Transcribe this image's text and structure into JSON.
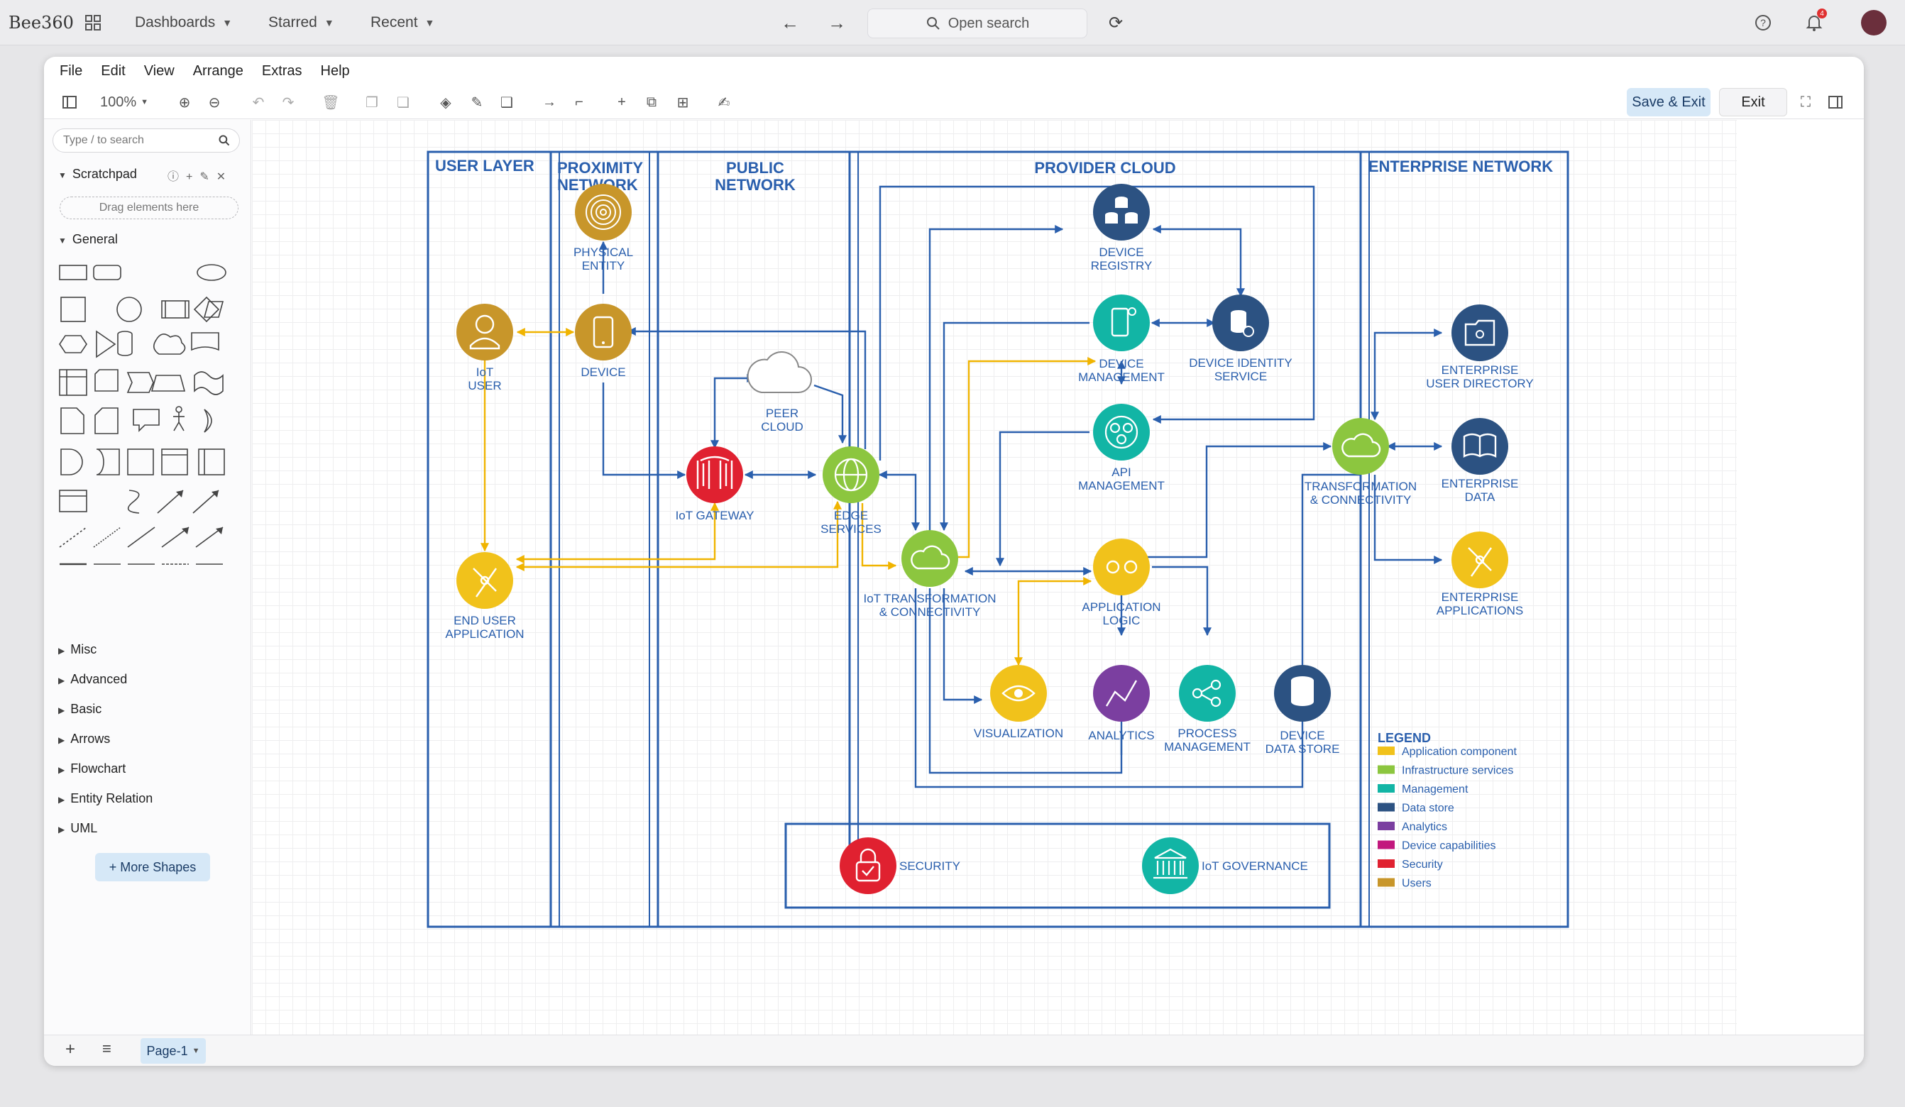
{
  "topbar": {
    "logo": "Bee360",
    "nav": [
      "Dashboards",
      "Starred",
      "Recent"
    ],
    "search_placeholder": "Open search",
    "notification_count": "4"
  },
  "menu": [
    "File",
    "Edit",
    "View",
    "Arrange",
    "Extras",
    "Help"
  ],
  "toolbar": {
    "zoom": "100%",
    "save_exit": "Save & Exit",
    "exit": "Exit"
  },
  "sidebar": {
    "search_placeholder": "Type / to search",
    "scratchpad": "Scratchpad",
    "dropzone": "Drag elements here",
    "general": "General",
    "sections": [
      "Misc",
      "Advanced",
      "Basic",
      "Arrows",
      "Flowchart",
      "Entity Relation",
      "UML"
    ],
    "more_shapes": "+ More Shapes"
  },
  "bottombar": {
    "page_tab": "Page-1"
  },
  "diagram": {
    "zones": {
      "user_layer": "USER LAYER",
      "proximity_1": "PROXIMITY",
      "proximity_2": "NETWORK",
      "public_1": "PUBLIC",
      "public_2": "NETWORK",
      "provider": "PROVIDER CLOUD",
      "enterprise": "ENTERPRISE NETWORK"
    },
    "nodes": {
      "physical_entity": [
        "PHYSICAL",
        "ENTITY"
      ],
      "iot_user": [
        "IoT",
        "USER"
      ],
      "device": [
        "DEVICE"
      ],
      "peer_cloud": [
        "PEER",
        "CLOUD"
      ],
      "iot_gateway": [
        "IoT GATEWAY"
      ],
      "edge_services": [
        "EDGE",
        "SERVICES"
      ],
      "end_user_app": [
        "END USER",
        "APPLICATION"
      ],
      "device_registry": [
        "DEVICE",
        "REGISTRY"
      ],
      "device_management": [
        "DEVICE",
        "MANAGEMENT"
      ],
      "device_identity": [
        "DEVICE IDENTITY",
        "SERVICE"
      ],
      "api_management": [
        "API",
        "MANAGEMENT"
      ],
      "iot_transformation": [
        "IoT TRANSFORMATION",
        "& CONNECTIVITY"
      ],
      "application_logic": [
        "APPLICATION",
        "LOGIC"
      ],
      "visualization": [
        "VISUALIZATION"
      ],
      "analytics": [
        "ANALYTICS"
      ],
      "process_management": [
        "PROCESS",
        "MANAGEMENT"
      ],
      "device_data_store": [
        "DEVICE",
        "DATA STORE"
      ],
      "ent_transformation": [
        "TRANSFORMATION",
        "& CONNECTIVITY"
      ],
      "ent_user_directory": [
        "ENTERPRISE",
        "USER DIRECTORY"
      ],
      "ent_data": [
        "ENTERPRISE",
        "DATA"
      ],
      "ent_applications": [
        "ENTERPRISE",
        "APPLICATIONS"
      ],
      "security": [
        "SECURITY"
      ],
      "iot_governance": [
        "IoT GOVERNANCE"
      ]
    },
    "legend": {
      "title": "LEGEND",
      "items": [
        {
          "label": "Application component",
          "color": "#f1c21b"
        },
        {
          "label": "Infrastructure services",
          "color": "#8cc63f"
        },
        {
          "label": "Management",
          "color": "#12b5a5"
        },
        {
          "label": "Data store",
          "color": "#2c5282"
        },
        {
          "label": "Analytics",
          "color": "#7b3fa0"
        },
        {
          "label": "Device capabilities",
          "color": "#c2187d"
        },
        {
          "label": "Security",
          "color": "#e02130"
        },
        {
          "label": "Users",
          "color": "#c8962a"
        }
      ]
    },
    "colors": {
      "line": "#2a5fad",
      "yellow_line": "#f0b400",
      "application": "#f1c21b",
      "infrastructure": "#8cc63f",
      "management": "#12b5a5",
      "datastore": "#2c5282",
      "analytics": "#7b3fa0",
      "security": "#e02130",
      "users": "#c8962a"
    }
  }
}
